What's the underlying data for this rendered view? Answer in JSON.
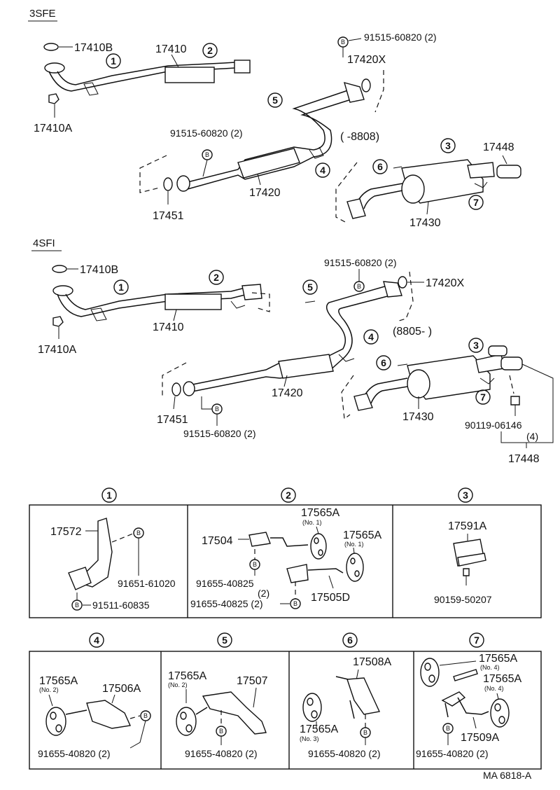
{
  "sections": {
    "engine_3sfe": "3SFE",
    "engine_4sfi": "4SFI"
  },
  "upper": {
    "p17410b": "17410B",
    "p17410": "17410",
    "p17410a": "17410A",
    "p17420x": "17420X",
    "bolt_top": "91515-60820 (2)",
    "bolt_mid": "91515-60820 (2)",
    "p17451": "17451",
    "p17420": "17420",
    "date_range": "(    -8808)",
    "p17448": "17448",
    "p17430": "17430"
  },
  "lower": {
    "p17410b": "17410B",
    "p17410": "17410",
    "p17410a": "17410A",
    "bolt_top": "91515-60820 (2)",
    "p17420x": "17420X",
    "date_range": "(8805-       )",
    "p17451": "17451",
    "p17420": "17420",
    "bolt_bottom": "91515-60820 (2)",
    "p17430": "17430",
    "p90119": "90119-06146",
    "qty4": "(4)",
    "p17448": "17448"
  },
  "callouts": [
    "1",
    "2",
    "3",
    "4",
    "5",
    "6",
    "7"
  ],
  "boxes": {
    "b1": {
      "p17572": "17572",
      "bolt1": "91651-61020",
      "bolt2": "91511-60835"
    },
    "b2": {
      "p17504": "17504",
      "h1": "17565A",
      "h1_no": "(No. 1)",
      "h2": "17565A",
      "h2_no": "(No. 1)",
      "bolt1": "91655-40825",
      "bolt1_qty": "(2)",
      "bolt2": "91655-40825 (2)",
      "p17505d": "17505D"
    },
    "b3": {
      "p17591a": "17591A",
      "bolt": "90159-50207"
    },
    "b4": {
      "h": "17565A",
      "h_no": "(No. 2)",
      "p17506a": "17506A",
      "bolt": "91655-40820 (2)"
    },
    "b5": {
      "h": "17565A",
      "h_no": "(No. 2)",
      "p17507": "17507",
      "bolt": "91655-40820 (2)"
    },
    "b6": {
      "p17508a": "17508A",
      "h": "17565A",
      "h_no": "(No. 3)",
      "bolt": "91655-40820 (2)"
    },
    "b7": {
      "h1": "17565A",
      "h1_no": "(No. 4)",
      "h2": "17565A",
      "h2_no": "(No. 4)",
      "p17509a": "17509A",
      "bolt": "91655-40820 (2)"
    }
  },
  "bolt_letter": "B",
  "figure_code": "MA 6818-A"
}
